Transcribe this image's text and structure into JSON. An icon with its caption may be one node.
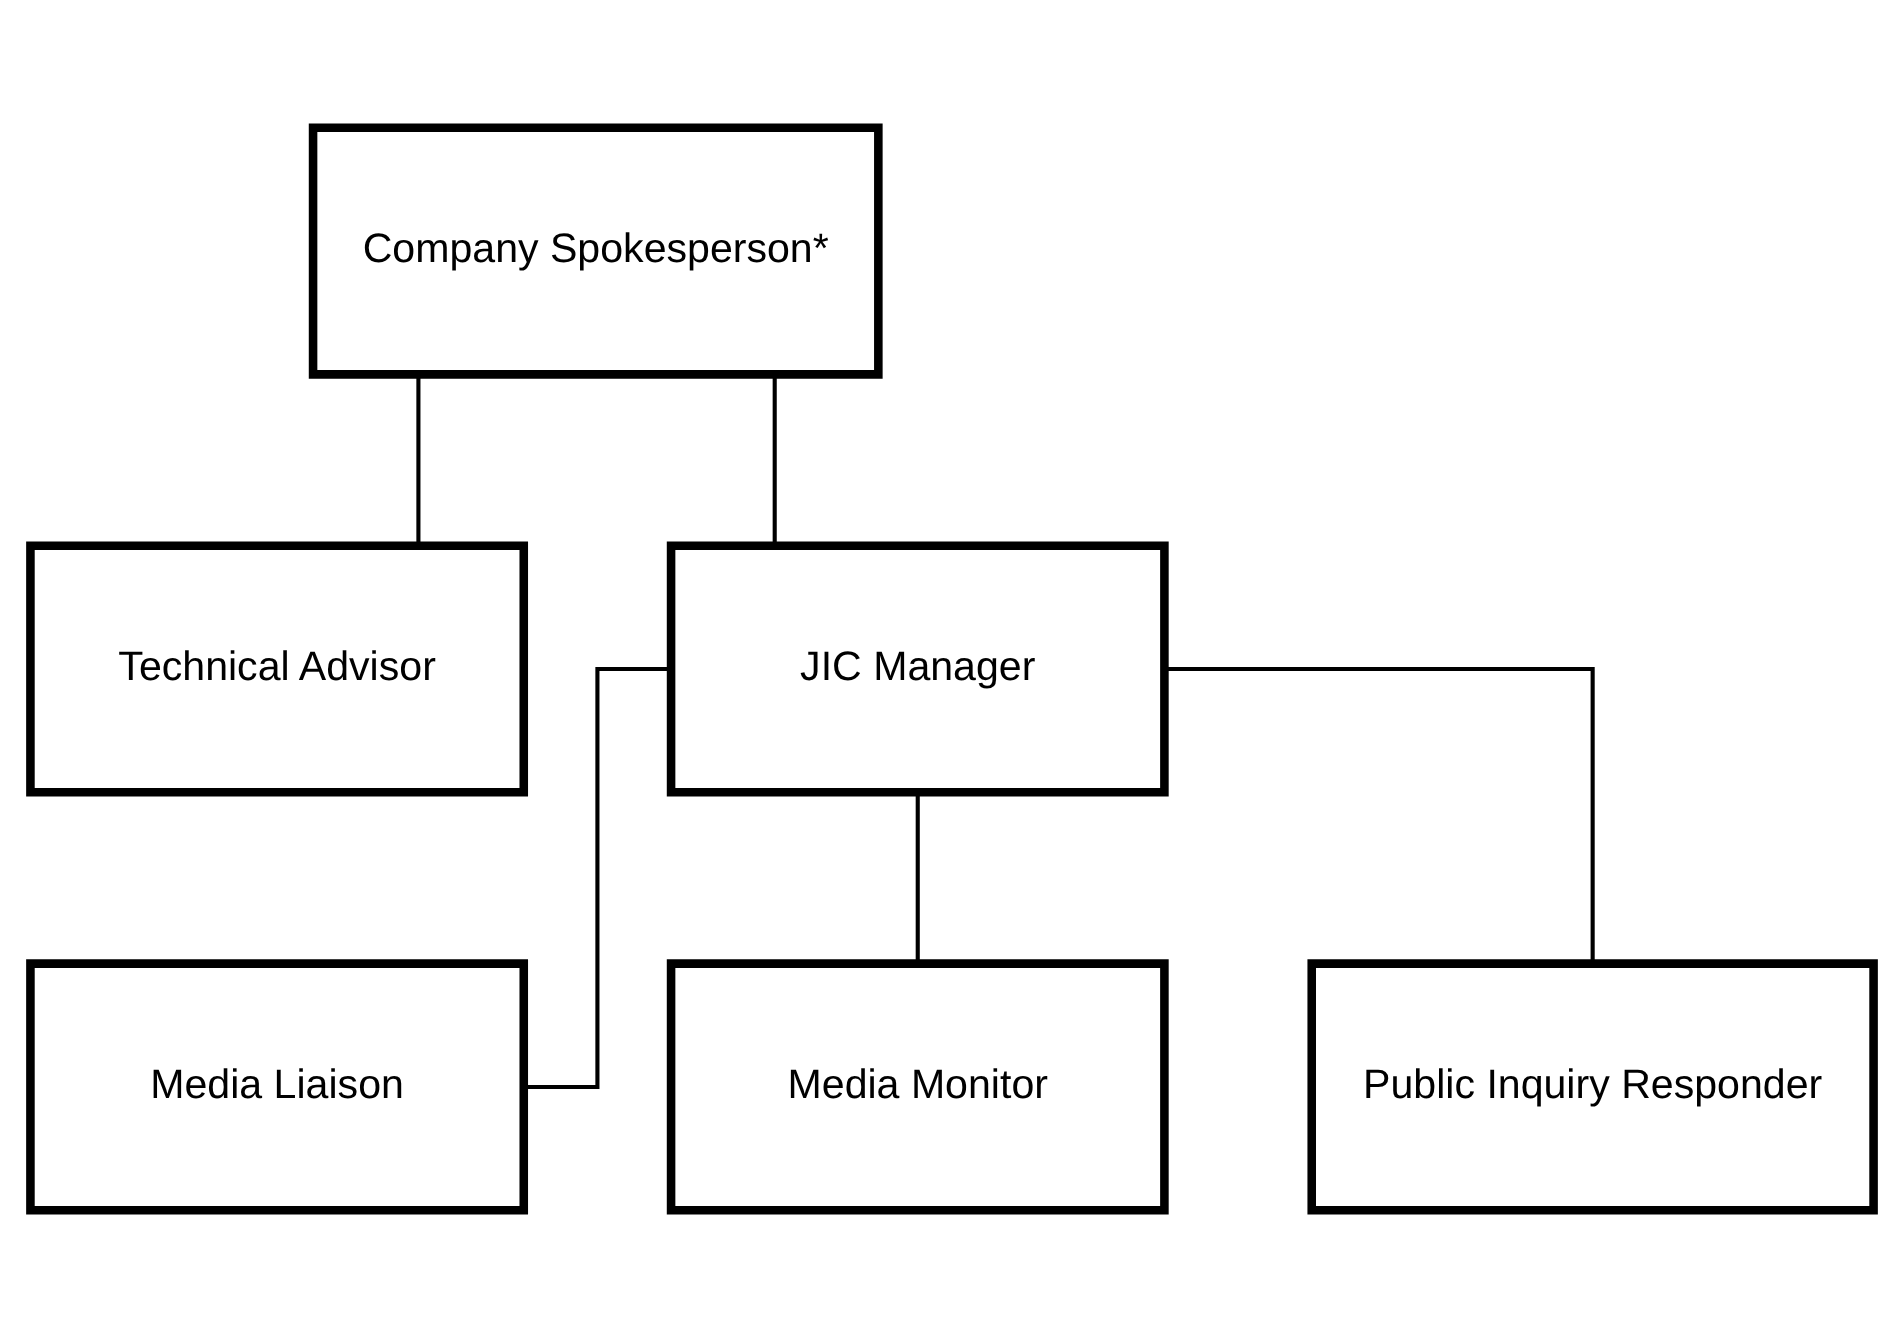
{
  "diagram": {
    "nodes": [
      {
        "text": [
          "Company Spokesperson*"
        ]
      },
      {
        "text": [
          "Technical Advisor"
        ]
      },
      {
        "text": [
          "JIC Manager"
        ]
      },
      {
        "text": [
          "Media Liaison"
        ]
      },
      {
        "text": [
          "Media Monitor"
        ]
      },
      {
        "text": [
          "Public Inquiry Responder"
        ]
      }
    ],
    "edges": [
      {
        "from": 0,
        "to": 2,
        "arrow": "none"
      },
      {
        "from": 0,
        "to": 1,
        "arrow": "none"
      },
      {
        "from": 2,
        "to": 3,
        "arrow": "none"
      },
      {
        "from": 2,
        "to": 4,
        "arrow": "none"
      },
      {
        "from": 2,
        "to": 5,
        "arrow": "none"
      }
    ]
  }
}
